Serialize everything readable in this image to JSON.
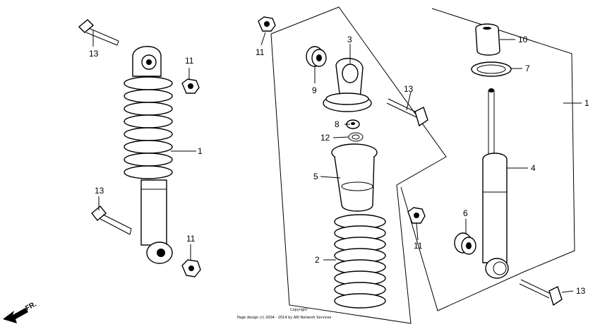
{
  "callouts": {
    "left_bolt_top": "13",
    "left_nut_top": "11",
    "left_shock": "1",
    "left_bolt_bottom": "13",
    "left_nut_bottom": "11",
    "exp_nut_top": "11",
    "exp_bushing_9": "9",
    "exp_upper_mount_3": "3",
    "exp_bolt_13": "13",
    "exp_washer_8": "8",
    "exp_washer_12": "12",
    "exp_boot_5": "5",
    "exp_spring_2": "2",
    "exp_nut_mid": "11",
    "exp_bumper_10": "10",
    "exp_ring_7": "7",
    "exp_assembly_1": "1",
    "exp_damper_4": "4",
    "exp_bushing_6": "6",
    "exp_bolt_bottom": "13"
  },
  "direction_label": "FR.",
  "copyright": {
    "line1": "Copyright",
    "line2": "Page design (c) 2004 - 2014 by ARI Network Services"
  }
}
